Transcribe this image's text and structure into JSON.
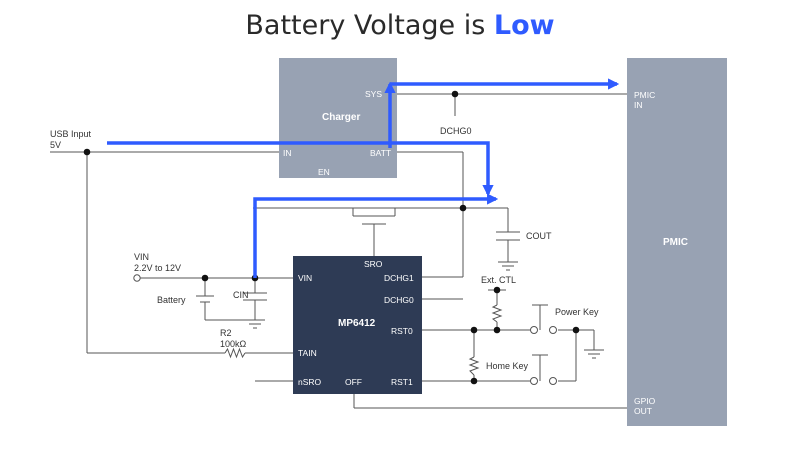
{
  "title": {
    "prefix": "Battery Voltage is",
    "highlight": "Low"
  },
  "blocks": {
    "charger": {
      "name": "Charger",
      "sys": "SYS",
      "in": "IN",
      "batt": "BATT",
      "en": "EN"
    },
    "pmic": {
      "name": "PMIC",
      "pmic_in_1": "PMIC",
      "pmic_in_2": "IN",
      "gpio_1": "GPIO",
      "gpio_2": "OUT"
    },
    "ic": {
      "name": "MP6412",
      "sro": "SRO",
      "vin": "VIN",
      "dchg1": "DCHG1",
      "dchg0": "DCHG0",
      "rst0": "RST0",
      "tain": "TAIN",
      "nsro": "nSRO",
      "off": "OFF",
      "rst1": "RST1"
    }
  },
  "labels": {
    "usb_input_1": "USB Input",
    "usb_input_2": "5V",
    "dchg0_net": "DCHG0",
    "cout": "COUT",
    "vin_1": "VIN",
    "vin_2": "2.2V to 12V",
    "battery": "Battery",
    "cin": "CIN",
    "r2_1": "R2",
    "r2_2": "100kΩ",
    "ext_ctl": "Ext. CTL",
    "power_key": "Power Key",
    "home_key": "Home Key"
  },
  "colors": {
    "block_fill": "#98a2b3",
    "ic_fill": "#2e3b55",
    "wire": "#555555",
    "highlight_path": "#2f5bff",
    "title_text": "#2a2a2a"
  }
}
